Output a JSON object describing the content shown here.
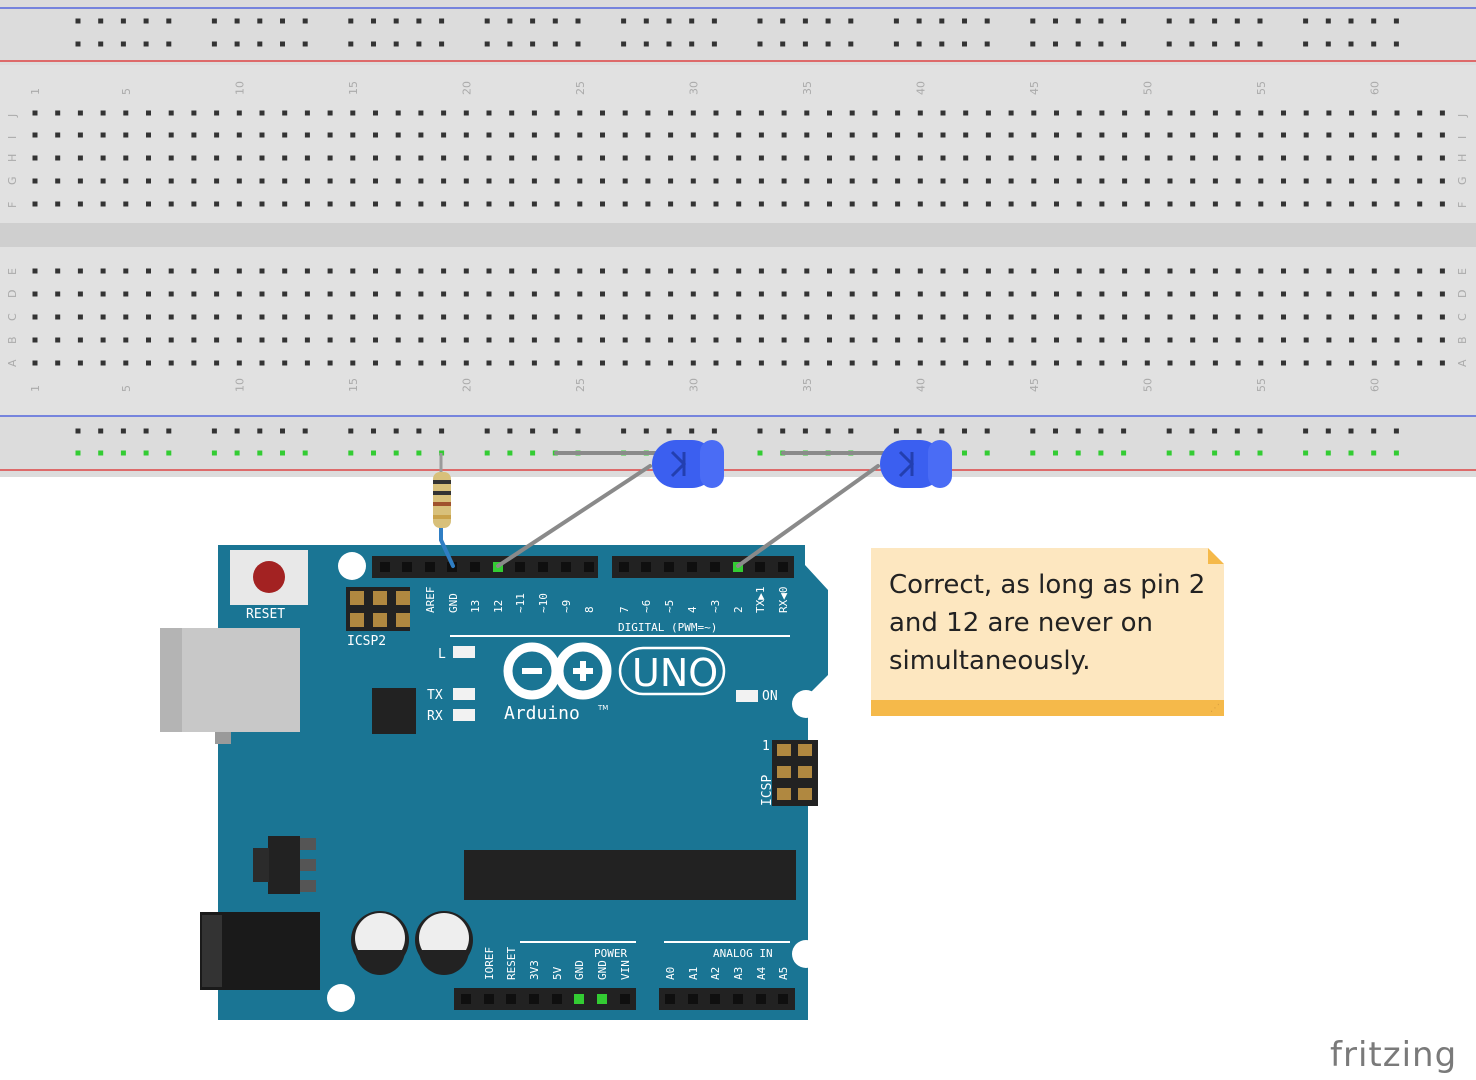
{
  "breadboard": {
    "column_numbers": [
      "1",
      "5",
      "10",
      "15",
      "20",
      "25",
      "30",
      "35",
      "40",
      "45",
      "50",
      "55",
      "60"
    ],
    "top_row_letters": [
      "J",
      "I",
      "H",
      "G",
      "F"
    ],
    "bottom_row_letters": [
      "E",
      "D",
      "C",
      "B",
      "A"
    ]
  },
  "arduino": {
    "reset_label": "RESET",
    "icsp2_label": "ICSP2",
    "icsp_label": "ICSP",
    "icsp_pin1": "1",
    "brand": "Arduino",
    "trademark": "TM",
    "model": "UNO",
    "led_l": "L",
    "led_tx": "TX",
    "led_rx": "RX",
    "led_on": "ON",
    "digital_label": "DIGITAL (PWM=~)",
    "top_pins": [
      "AREF",
      "GND",
      "13",
      "12",
      "~11",
      "~10",
      "~9",
      "8",
      "7",
      "~6",
      "~5",
      "4",
      "~3",
      "2",
      "TX▶1",
      "RX◀0"
    ],
    "power_label": "POWER",
    "analog_label": "ANALOG IN",
    "power_pins": [
      "IOREF",
      "RESET",
      "3V3",
      "5V",
      "GND",
      "GND",
      "VIN"
    ],
    "analog_pins": [
      "A0",
      "A1",
      "A2",
      "A3",
      "A4",
      "A5"
    ]
  },
  "note": {
    "text": "Correct, as long as pin 2 and 12 are never on simultaneously."
  },
  "watermark": "fritzing",
  "colors": {
    "board_blue": "#1a7594",
    "board_blue_dark": "#16627d",
    "breadboard": "#d9d9d9",
    "breadboard_body": "#e2e2e2",
    "rail_red": "#d44",
    "rail_blue": "#55d",
    "led_blue": "#3b5ff0",
    "wire_grey": "#8a8a8a",
    "note_bg": "#fde7c0",
    "note_bar": "#f5b94a"
  }
}
